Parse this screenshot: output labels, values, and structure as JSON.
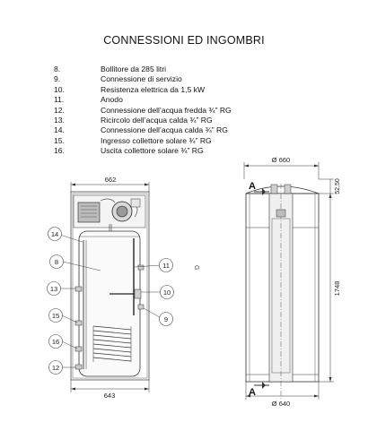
{
  "title": "CONNESSIONI  ED INGOMBRI",
  "legend": [
    {
      "num": "8.",
      "text": "Bollitore da 285 litri"
    },
    {
      "num": "9.",
      "text": "Connessione di servizio"
    },
    {
      "num": "10.",
      "text": "Resistenza elettrica da 1,5 kW"
    },
    {
      "num": "11.",
      "text": "Anodo"
    },
    {
      "num": "12.",
      "text": "Connessione dell’acqua fredda ¾” RG"
    },
    {
      "num": "13.",
      "text": "Ricircolo dell’acqua calda ¾” RG"
    },
    {
      "num": "14.",
      "text": "Connessione dell’acqua calda ¾” RG"
    },
    {
      "num": "15.",
      "text": "Ingresso collettore solare ¾” RG"
    },
    {
      "num": "16.",
      "text": "Uscita collettore solare ¾” RG"
    }
  ],
  "front": {
    "width_top": "662",
    "width_bottom": "643",
    "callouts": [
      "14",
      "8",
      "13",
      "15",
      "16",
      "12",
      "11",
      "10",
      "9"
    ],
    "side_mark": "G"
  },
  "side": {
    "diam_top": "Ø 660",
    "diam_bottom": "Ø 640",
    "dim_top": "52,50",
    "dim_height": "1748",
    "section_label": "A"
  }
}
